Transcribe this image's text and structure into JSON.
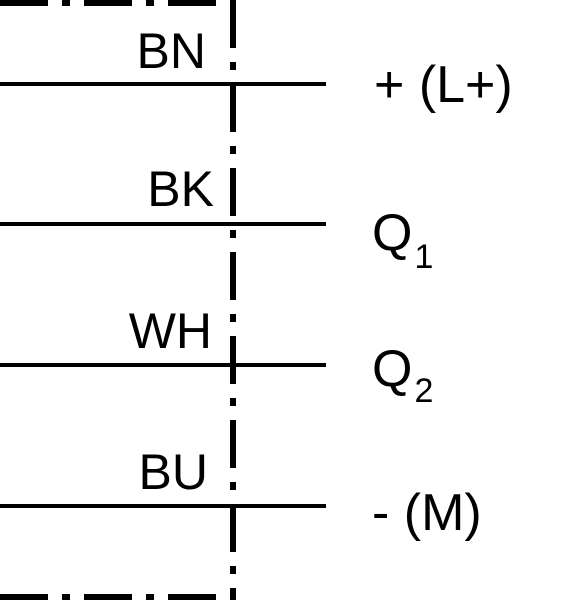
{
  "wires": [
    {
      "color": "BN",
      "signal": "+ (L+)",
      "subscript": ""
    },
    {
      "color": "BK",
      "signal": "Q",
      "subscript": "1"
    },
    {
      "color": "WH",
      "signal": "Q",
      "subscript": "2"
    },
    {
      "color": "BU",
      "signal": "- (M)",
      "subscript": ""
    }
  ],
  "colors": {
    "line": "#000000",
    "background": "#ffffff"
  }
}
